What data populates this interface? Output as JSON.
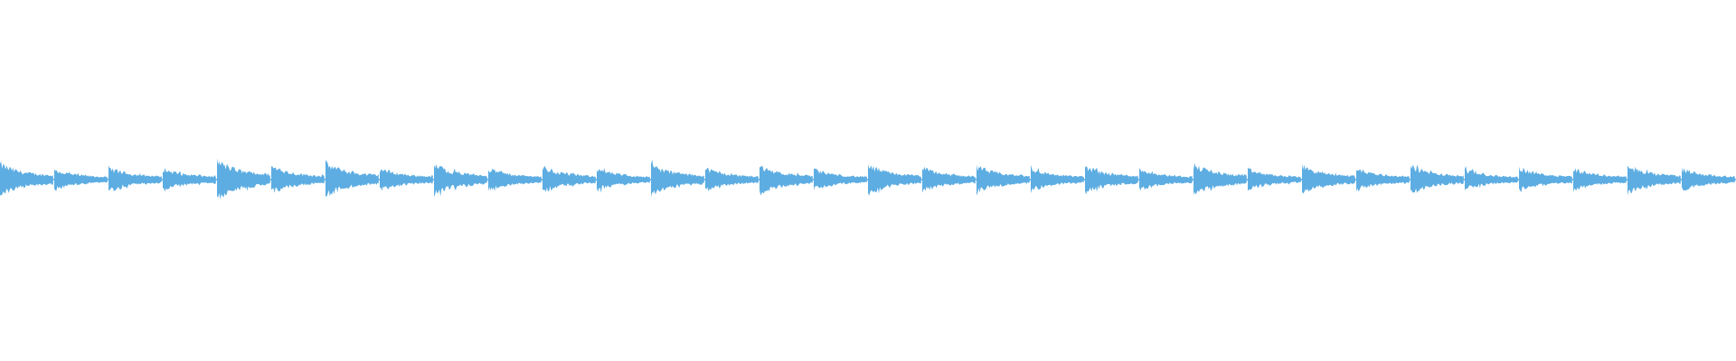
{
  "waveform": {
    "color": "#5DADE2",
    "background": "#FFFFFF",
    "note_onsets": 32,
    "note_amplitudes": [
      1.0,
      0.62,
      0.75,
      0.7,
      1.2,
      0.85,
      1.05,
      0.72,
      0.95,
      0.7,
      0.8,
      0.68,
      0.95,
      0.72,
      0.88,
      0.65,
      0.9,
      0.75,
      0.85,
      0.7,
      0.85,
      0.68,
      0.95,
      0.65,
      0.85,
      0.7,
      0.85,
      0.62,
      0.75,
      0.7,
      0.85,
      0.7
    ]
  }
}
